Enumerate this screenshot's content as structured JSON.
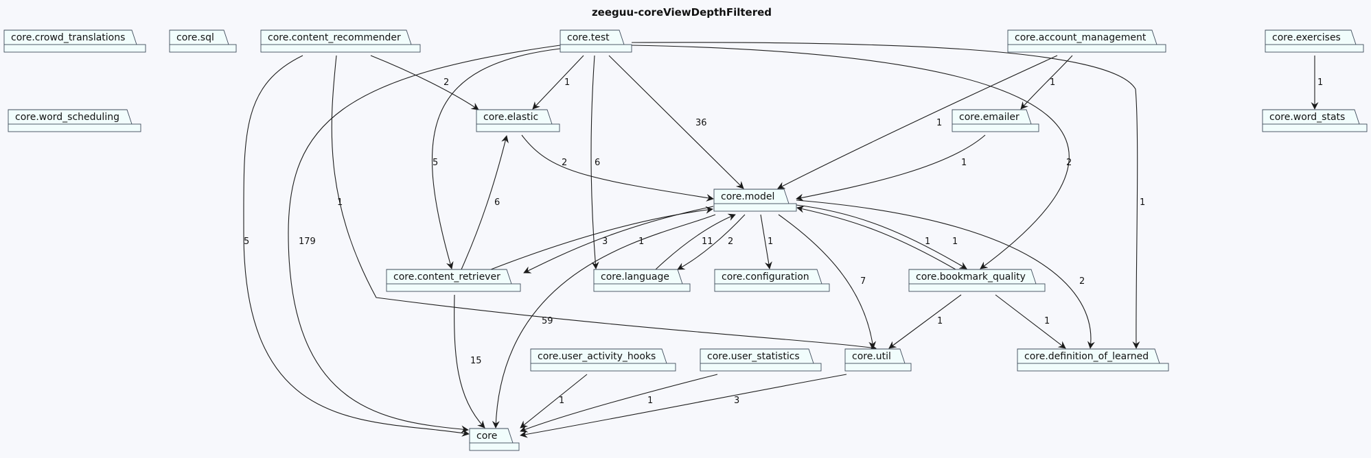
{
  "title": "zeeguu-coreViewDepthFiltered",
  "packages": [
    {
      "id": "crowd_translations",
      "label": "core.crowd_translations"
    },
    {
      "id": "sql",
      "label": "core.sql"
    },
    {
      "id": "content_recommender",
      "label": "core.content_recommender"
    },
    {
      "id": "test",
      "label": "core.test"
    },
    {
      "id": "account_management",
      "label": "core.account_management"
    },
    {
      "id": "exercises",
      "label": "core.exercises"
    },
    {
      "id": "word_scheduling",
      "label": "core.word_scheduling"
    },
    {
      "id": "elastic",
      "label": "core.elastic"
    },
    {
      "id": "emailer",
      "label": "core.emailer"
    },
    {
      "id": "word_stats",
      "label": "core.word_stats"
    },
    {
      "id": "model",
      "label": "core.model"
    },
    {
      "id": "content_retriever",
      "label": "core.content_retriever"
    },
    {
      "id": "language",
      "label": "core.language"
    },
    {
      "id": "configuration",
      "label": "core.configuration"
    },
    {
      "id": "bookmark_quality",
      "label": "core.bookmark_quality"
    },
    {
      "id": "user_activity_hooks",
      "label": "core.user_activity_hooks"
    },
    {
      "id": "user_statistics",
      "label": "core.user_statistics"
    },
    {
      "id": "util",
      "label": "core.util"
    },
    {
      "id": "definition_of_learned",
      "label": "core.definition_of_learned"
    },
    {
      "id": "core",
      "label": "core"
    }
  ],
  "edges": [
    {
      "from": "exercises",
      "to": "word_stats",
      "label": "1"
    },
    {
      "from": "account_management",
      "to": "emailer",
      "label": "1"
    },
    {
      "from": "account_management",
      "to": "model",
      "label": "1"
    },
    {
      "from": "emailer",
      "to": "model",
      "label": "1"
    },
    {
      "from": "content_recommender",
      "to": "elastic",
      "label": "2"
    },
    {
      "from": "content_recommender",
      "to": "core",
      "label": "5"
    },
    {
      "from": "content_recommender",
      "to": "util",
      "label": "1"
    },
    {
      "from": "test",
      "to": "elastic",
      "label": "1"
    },
    {
      "from": "test",
      "to": "model",
      "label": "36"
    },
    {
      "from": "test",
      "to": "language",
      "label": "6"
    },
    {
      "from": "test",
      "to": "content_retriever",
      "label": "5"
    },
    {
      "from": "test",
      "to": "core",
      "label": "179"
    },
    {
      "from": "test",
      "to": "bookmark_quality",
      "label": "2"
    },
    {
      "from": "test",
      "to": "definition_of_learned",
      "label": "1"
    },
    {
      "from": "elastic",
      "to": "model",
      "label": "2"
    },
    {
      "from": "content_retriever",
      "to": "elastic",
      "label": "6"
    },
    {
      "from": "content_retriever",
      "to": "model",
      "label": "3"
    },
    {
      "from": "model",
      "to": "content_retriever",
      "label": "1"
    },
    {
      "from": "language",
      "to": "model",
      "label": "11"
    },
    {
      "from": "model",
      "to": "language",
      "label": "2"
    },
    {
      "from": "model",
      "to": "configuration",
      "label": "1"
    },
    {
      "from": "model",
      "to": "util",
      "label": "7"
    },
    {
      "from": "model",
      "to": "bookmark_quality",
      "label": "1"
    },
    {
      "from": "bookmark_quality",
      "to": "model",
      "label": "1"
    },
    {
      "from": "model",
      "to": "definition_of_learned",
      "label": "2"
    },
    {
      "from": "model",
      "to": "core",
      "label": "59"
    },
    {
      "from": "content_retriever",
      "to": "core",
      "label": "15"
    },
    {
      "from": "bookmark_quality",
      "to": "util",
      "label": "1"
    },
    {
      "from": "bookmark_quality",
      "to": "definition_of_learned",
      "label": "1"
    },
    {
      "from": "user_activity_hooks",
      "to": "core",
      "label": "1"
    },
    {
      "from": "user_statistics",
      "to": "core",
      "label": "1"
    },
    {
      "from": "util",
      "to": "core",
      "label": "3"
    }
  ]
}
